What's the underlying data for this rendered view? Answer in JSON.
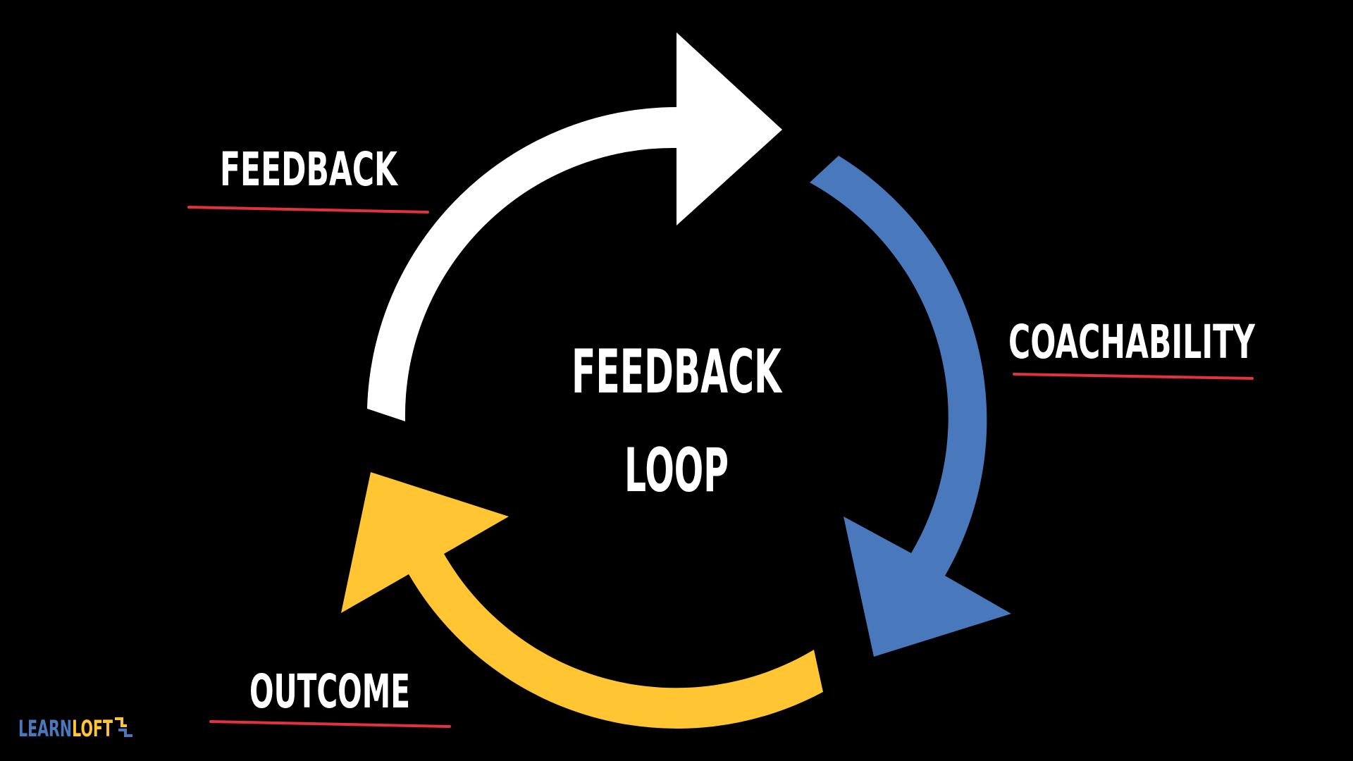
{
  "title": {
    "line1": "FEEDBACK",
    "line2": "LOOP"
  },
  "stages": [
    {
      "label": "FEEDBACK",
      "arrow_color": "#FFFFFF"
    },
    {
      "label": "COACHABILITY",
      "arrow_color": "#4A78BC"
    },
    {
      "label": "OUTCOME",
      "arrow_color": "#FFC532"
    }
  ],
  "underline_color": "#E0333F",
  "text_color": "#FFFFFF",
  "background_color": "#000000",
  "logo": {
    "part1": "LEARN",
    "part2": "LOFT",
    "part1_color": "#4A78BC",
    "part2_color": "#FFC532"
  }
}
